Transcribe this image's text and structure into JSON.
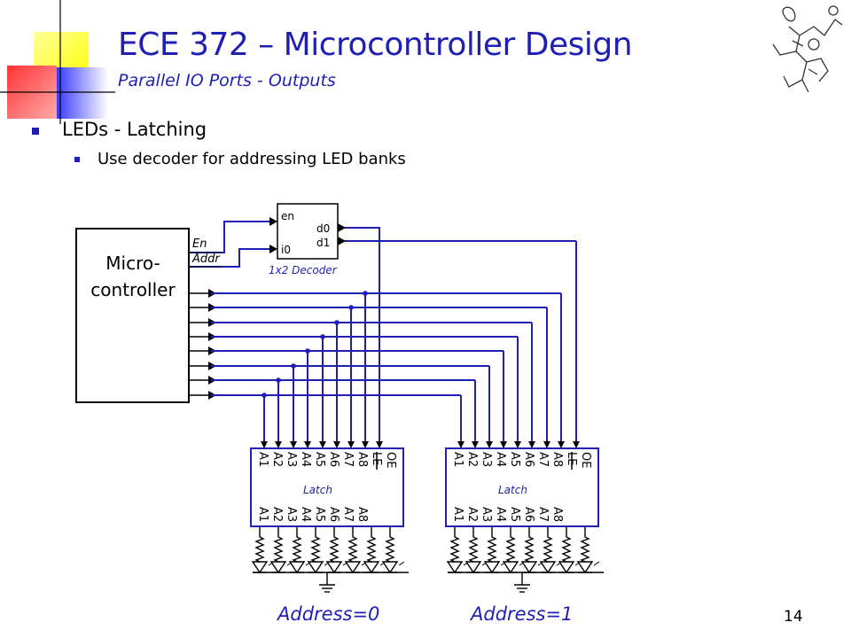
{
  "title": "ECE 372 – Microcontroller Design",
  "subtitle": "Parallel IO Ports - Outputs",
  "bullet1": "LEDs - Latching",
  "bullet2": "Use decoder for addressing LED banks",
  "page_number": "14",
  "diagram": {
    "mcu_label_line1": "Micro-",
    "mcu_label_line2": "controller",
    "en_signal": "En",
    "addr_signal": "Addr",
    "decoder_en": "en",
    "decoder_i0": "i0",
    "decoder_d0": "d0",
    "decoder_d1": "d1",
    "decoder_name": "1x2 Decoder",
    "latch_name": "Latch",
    "latch_inputs": [
      "A1",
      "A2",
      "A3",
      "A4",
      "A5",
      "A6",
      "A7",
      "A8"
    ],
    "latch_le": "LE",
    "latch_oe": "OE",
    "address0": "Address=0",
    "address1": "Address=1"
  },
  "colors": {
    "title": "#1f1fb4",
    "wire": "#1f1fb4",
    "yellow": "#ffff33",
    "red": "#ff3333"
  }
}
